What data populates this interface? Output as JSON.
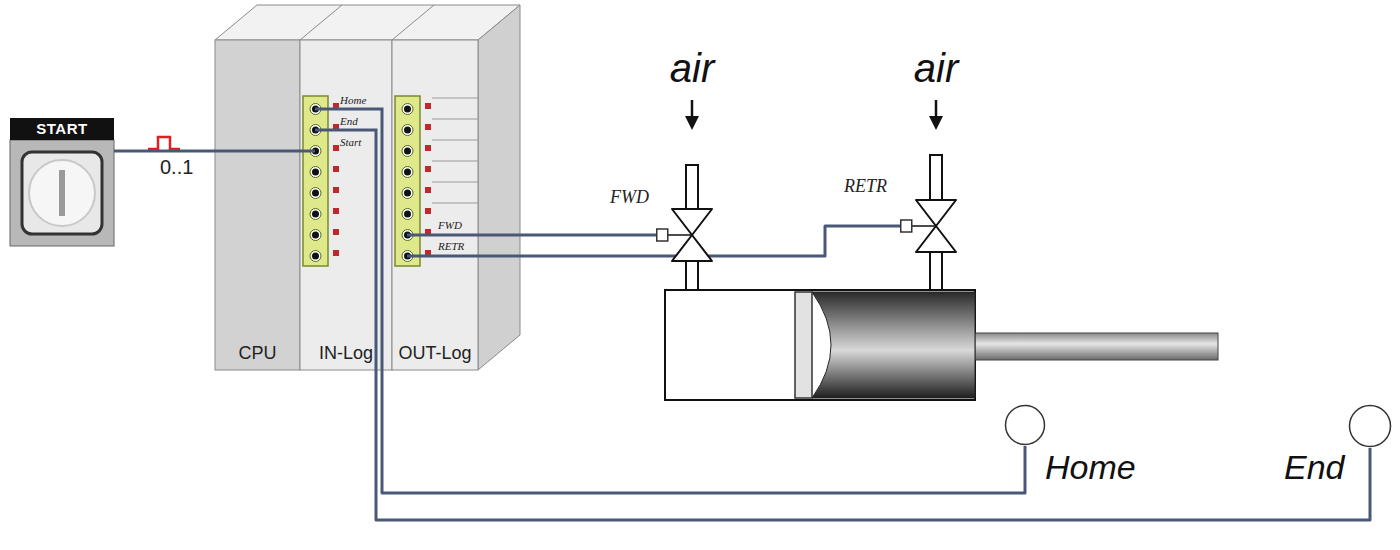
{
  "diagram": {
    "nodes": [
      {
        "text": [
          "START"
        ]
      },
      {
        "text": [
          "CPU"
        ]
      },
      {
        "text": [
          "IN-Log",
          "Home",
          "End",
          "Start"
        ]
      },
      {
        "text": [
          "OUT-Log",
          "FWD",
          "RETR"
        ]
      },
      {
        "text": [
          "FWD"
        ]
      },
      {
        "text": [
          "RETR"
        ]
      },
      {
        "text": [
          "Home"
        ]
      },
      {
        "text": [
          "End"
        ]
      }
    ],
    "edges": [
      {
        "from": 0,
        "to": 2,
        "arrow": "none",
        "label": "0..1"
      },
      {
        "from": 2,
        "to": 6,
        "arrow": "none"
      },
      {
        "from": 2,
        "to": 7,
        "arrow": "none"
      },
      {
        "from": 3,
        "to": 4,
        "arrow": "none"
      },
      {
        "from": 3,
        "to": 5,
        "arrow": "none"
      }
    ],
    "labels": [
      "air",
      "air"
    ]
  }
}
